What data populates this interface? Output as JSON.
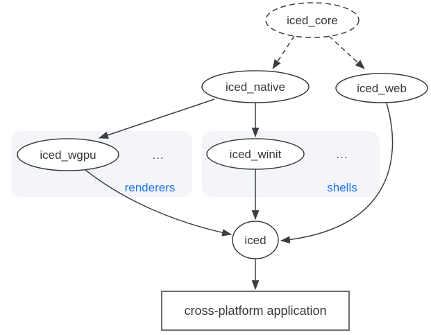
{
  "diagram": {
    "colors": {
      "canvas": "#ffffff",
      "line": "#3a3e43",
      "text": "#34383c",
      "accent_blue": "#1a73e8",
      "group_background": "#f4f5f8",
      "node_fill": "#ffffff"
    },
    "nodes": {
      "iced_core": {
        "label": "iced_core",
        "shape": "ellipse",
        "border": "dashed"
      },
      "iced_native": {
        "label": "iced_native",
        "shape": "ellipse",
        "border": "solid"
      },
      "iced_web": {
        "label": "iced_web",
        "shape": "ellipse",
        "border": "solid"
      },
      "iced_wgpu": {
        "label": "iced_wgpu",
        "shape": "ellipse",
        "border": "solid"
      },
      "iced_winit": {
        "label": "iced_winit",
        "shape": "ellipse",
        "border": "solid"
      },
      "iced": {
        "label": "iced",
        "shape": "ellipse",
        "border": "solid"
      },
      "app": {
        "label": "cross-platform application",
        "shape": "rectangle",
        "border": "solid"
      }
    },
    "groups": {
      "renderers": {
        "label": "renderers",
        "ellipsis": "...",
        "members": [
          "iced_wgpu"
        ]
      },
      "shells": {
        "label": "shells",
        "ellipsis": "...",
        "members": [
          "iced_winit"
        ]
      }
    },
    "edges": [
      {
        "from": "iced_core",
        "to": "iced_native",
        "style": "dashed"
      },
      {
        "from": "iced_core",
        "to": "iced_web",
        "style": "dashed"
      },
      {
        "from": "iced_native",
        "to": "iced_wgpu",
        "style": "solid"
      },
      {
        "from": "iced_native",
        "to": "iced_winit",
        "style": "solid"
      },
      {
        "from": "iced_wgpu",
        "to": "iced",
        "style": "solid"
      },
      {
        "from": "iced_winit",
        "to": "iced",
        "style": "solid"
      },
      {
        "from": "iced_web",
        "to": "iced",
        "style": "solid"
      },
      {
        "from": "iced",
        "to": "app",
        "style": "solid"
      }
    ]
  }
}
